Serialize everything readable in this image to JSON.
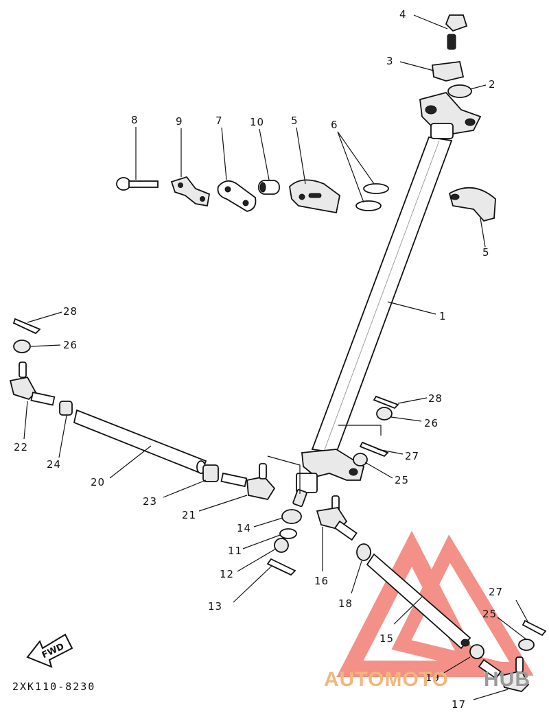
{
  "diagram": {
    "part_code": "2XK110-8230",
    "fwd_label": "FWD",
    "watermark": {
      "part_a": "AUTOMOTO",
      "part_b": "HUB"
    },
    "callouts": {
      "n1": "1",
      "n2": "2",
      "n3": "3",
      "n4": "4",
      "n5a": "5",
      "n5b": "5",
      "n6": "6",
      "n7": "7",
      "n8": "8",
      "n9": "9",
      "n10": "10",
      "n11": "11",
      "n12": "12",
      "n13": "13",
      "n14": "14",
      "n15": "15",
      "n16": "16",
      "n17": "17",
      "n18": "18",
      "n19": "19",
      "n20": "20",
      "n21": "21",
      "n22": "22",
      "n23": "23",
      "n24": "24",
      "n25a": "25",
      "n25b": "25",
      "n26a": "26",
      "n26b": "26",
      "n27a": "27",
      "n27b": "27",
      "n28a": "28",
      "n28b": "28"
    }
  }
}
